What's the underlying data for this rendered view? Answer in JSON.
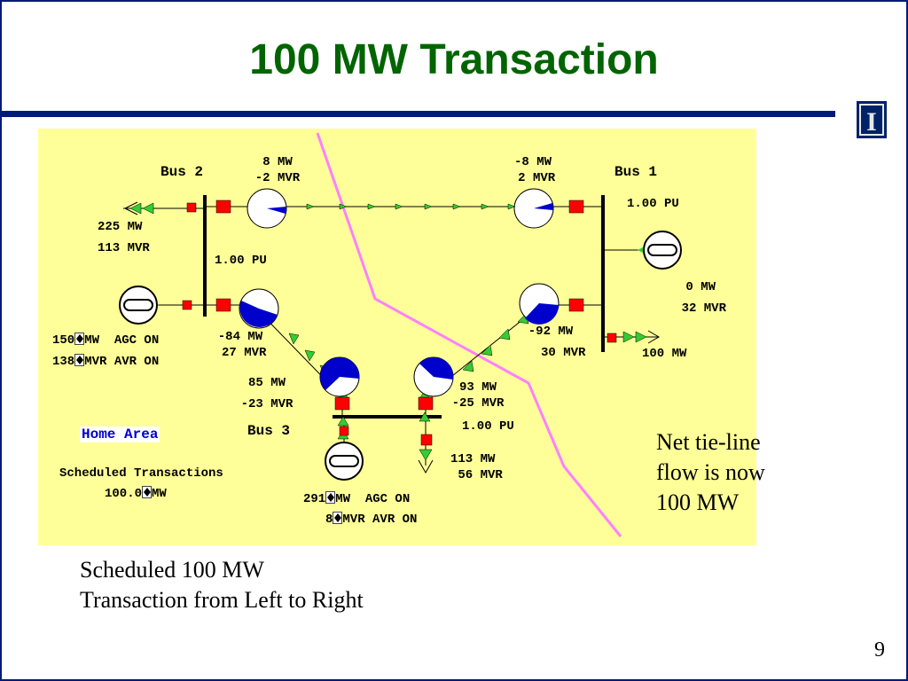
{
  "slide": {
    "title": "100 MW Transaction",
    "page_number": "9",
    "left_note": [
      "Scheduled 100 MW",
      "Transaction from Left to Right"
    ],
    "right_note": [
      "Net tie-line",
      "flow is now",
      "100 MW"
    ],
    "logo_letter": "I"
  },
  "diagram": {
    "bus1": {
      "name": "Bus 1",
      "voltage": "1.00 PU",
      "line_to_bus2": [
        "-8 MW",
        " 2 MVR"
      ],
      "line_to_bus3": [
        "-92 MW",
        " 30 MVR"
      ],
      "generator": [
        "0 MW",
        "32 MVR"
      ],
      "load": "100 MW"
    },
    "bus2": {
      "name": "Bus 2",
      "voltage": "1.00 PU",
      "line_to_bus1": [
        "8 MW",
        "-2 MVR"
      ],
      "line_to_bus3": [
        "-84 MW",
        " 27 MVR"
      ],
      "load": [
        "225 MW",
        "113 MVR"
      ],
      "generator": {
        "mw_value": "150",
        "mw_unit": "MW  AGC ON",
        "mvr_value": "138",
        "mvr_unit": "MVR AVR ON"
      }
    },
    "bus3": {
      "name": "Bus 3",
      "voltage": "1.00 PU",
      "line_to_bus2": [
        "85 MW",
        "-23 MVR"
      ],
      "line_to_bus1": [
        "93 MW",
        "-25 MVR"
      ],
      "load": [
        "113 MW",
        " 56 MVR"
      ],
      "generator": {
        "mw_value": "291",
        "mw_unit": "MW  AGC ON",
        "mvr_value": "8",
        "mvr_unit": "MVR AVR ON"
      }
    },
    "home_area": "Home Area",
    "scheduled": {
      "label": "Scheduled Transactions",
      "value": "100.0",
      "unit": "MW"
    },
    "colors": {
      "background": "#ffff99",
      "bus": "#000000",
      "breaker": "#ff0000",
      "flow_arrow": "#33cc33",
      "pie_fill": "#0000cc",
      "tie_line": "#ff80ff",
      "title": "#006400",
      "frame": "#001a7a"
    }
  }
}
